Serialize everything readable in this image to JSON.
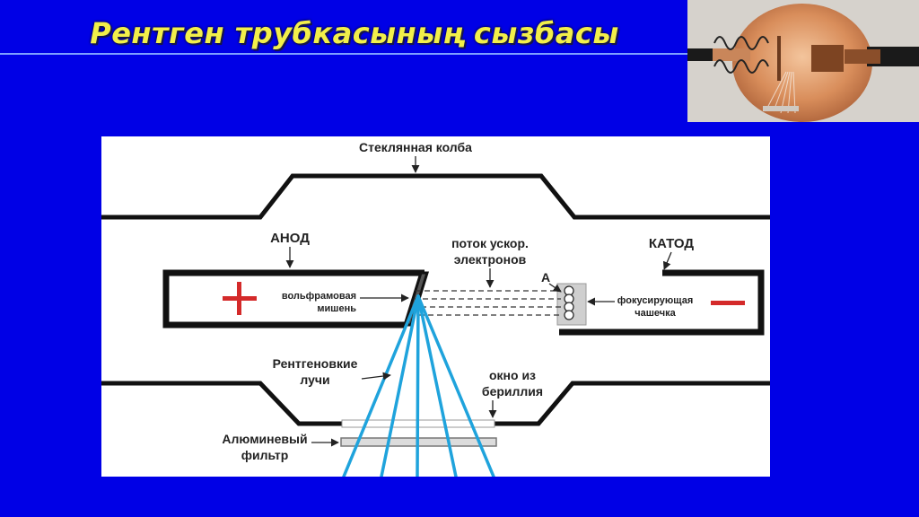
{
  "title": "Рентген трубкасының сызбасы",
  "diagram": {
    "glass": "Стеклянная колба",
    "anode": "АНОД",
    "cathode": "КАТОД",
    "flow1": "поток ускор.",
    "flow2": "электронов",
    "target1": "вольфрамовая",
    "target2": "мишень",
    "a_label": "A",
    "cup1": "фокусирующая",
    "cup2": "чашечка",
    "rays1": "Рентгеновкие",
    "rays2": "лучи",
    "window1": "окно из",
    "window2": "бериллия",
    "filter1": "Алюминевый",
    "filter2": "фильтр"
  },
  "colors": {
    "background": "#0000e6",
    "title": "#f2ef4a",
    "plus": "#d42a2a",
    "minus": "#d42a2a",
    "rays": "#1fa3dc"
  },
  "icons": {
    "plus": "plus-sign-icon",
    "minus": "minus-sign-icon"
  }
}
